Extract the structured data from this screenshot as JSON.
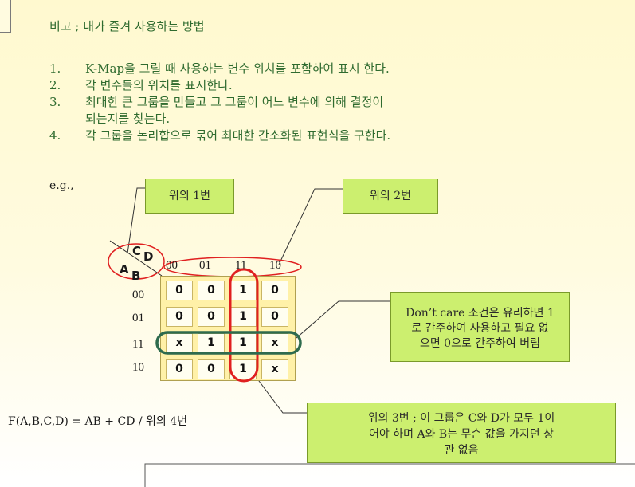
{
  "heading": "비고 ; 내가 즐겨 사용하는 방법",
  "steps": [
    {
      "num": "1.",
      "text": "K-Map을 그릴 때 사용하는 변수 위치를 포함하여 표시 한다."
    },
    {
      "num": "2.",
      "text": "각 변수들의 위치를 표시한다."
    },
    {
      "num": "3.",
      "text": "최대한 큰 그룹을 만들고 그 그룹이 어느 변수에 의해 결정이"
    },
    {
      "num": "",
      "text": "되는지를 찾는다."
    },
    {
      "num": "4.",
      "text": "각 그룹을 논리합으로 묶어 최대한 간소화된 표현식을 구한다."
    }
  ],
  "eg_label": "e.g.,",
  "callouts": {
    "step1": "위의 1번",
    "step2": "위의 2번",
    "dontcare": [
      "Don’t care 조건은 유리하면 1",
      "로 간주하여 사용하고 필요 없",
      "으면 0으로 간주하여 버림"
    ],
    "step3": [
      "위의 3번 ; 이 그룹은 C와 D가 모두 1이",
      "어야 하며 A와 B는 무슨 값을 가지던 상",
      "관 없음"
    ]
  },
  "kmap": {
    "row_var": "AB",
    "col_var": "CD",
    "col_var_parts": [
      "C",
      "D"
    ],
    "row_var_parts": [
      "A",
      "B"
    ],
    "col_labels": [
      "00",
      "01",
      "11",
      "10"
    ],
    "row_labels": [
      "00",
      "01",
      "11",
      "10"
    ],
    "cells": [
      [
        "0",
        "0",
        "1",
        "0"
      ],
      [
        "0",
        "0",
        "1",
        "0"
      ],
      [
        "x",
        "1",
        "1",
        "x"
      ],
      [
        "0",
        "0",
        "1",
        "x"
      ]
    ],
    "colors": {
      "group_column": "#e02020",
      "group_row": "#2e6b4e",
      "callout_fill": "#ccef6f"
    }
  },
  "formula": "F(A,B,C,D) = AB + CD  / 위의 4번"
}
